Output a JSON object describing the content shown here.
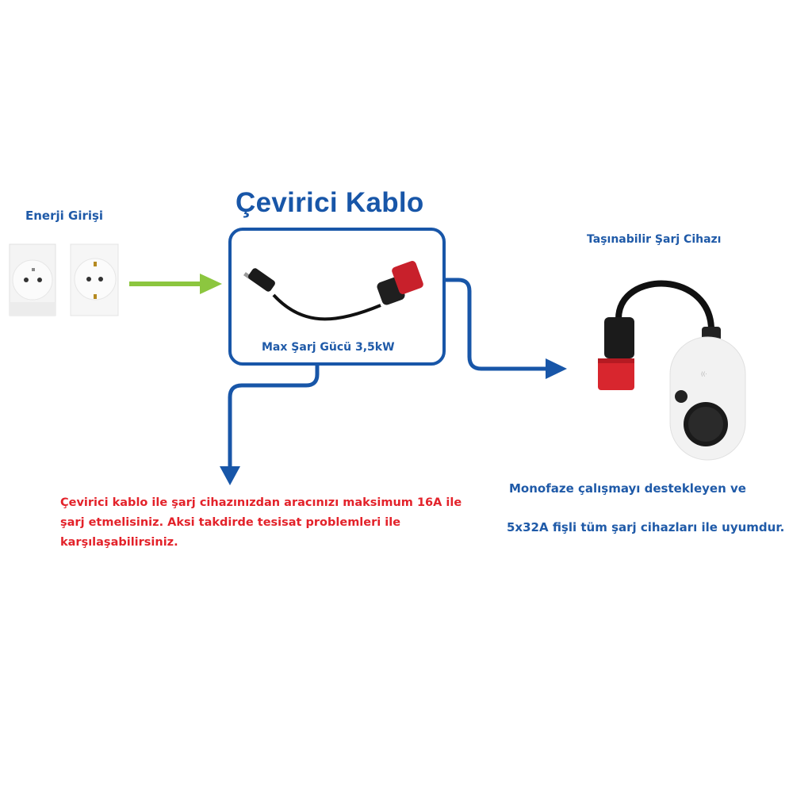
{
  "input": {
    "label": "Enerji Girişi",
    "icons": [
      "french-socket-icon",
      "schuko-socket-icon"
    ]
  },
  "converter": {
    "title": "Çevirici Kablo",
    "power_label": "Max Şarj Gücü 3,5kW",
    "icon": "adapter-cable-icon"
  },
  "device": {
    "label": "Taşınabilir Şarj Cihazı",
    "icon": "portable-charger-icon"
  },
  "warning": {
    "text": "Çevirici kablo ile şarj cihazınızdan aracınızı maksimum 16A ile şarj etmelisiniz. Aksi takdirde tesisat problemleri ile karşılaşabilirsiniz."
  },
  "compatibility": {
    "line1": "Monofaze çalışmayı destekleyen ve",
    "line2": "5x32A fişli tüm şarj cihazları ile uyumdur."
  },
  "colors": {
    "blue": "#1856a8",
    "green": "#8cc63f",
    "red": "#e3222a",
    "plug_red": "#d8262e"
  }
}
